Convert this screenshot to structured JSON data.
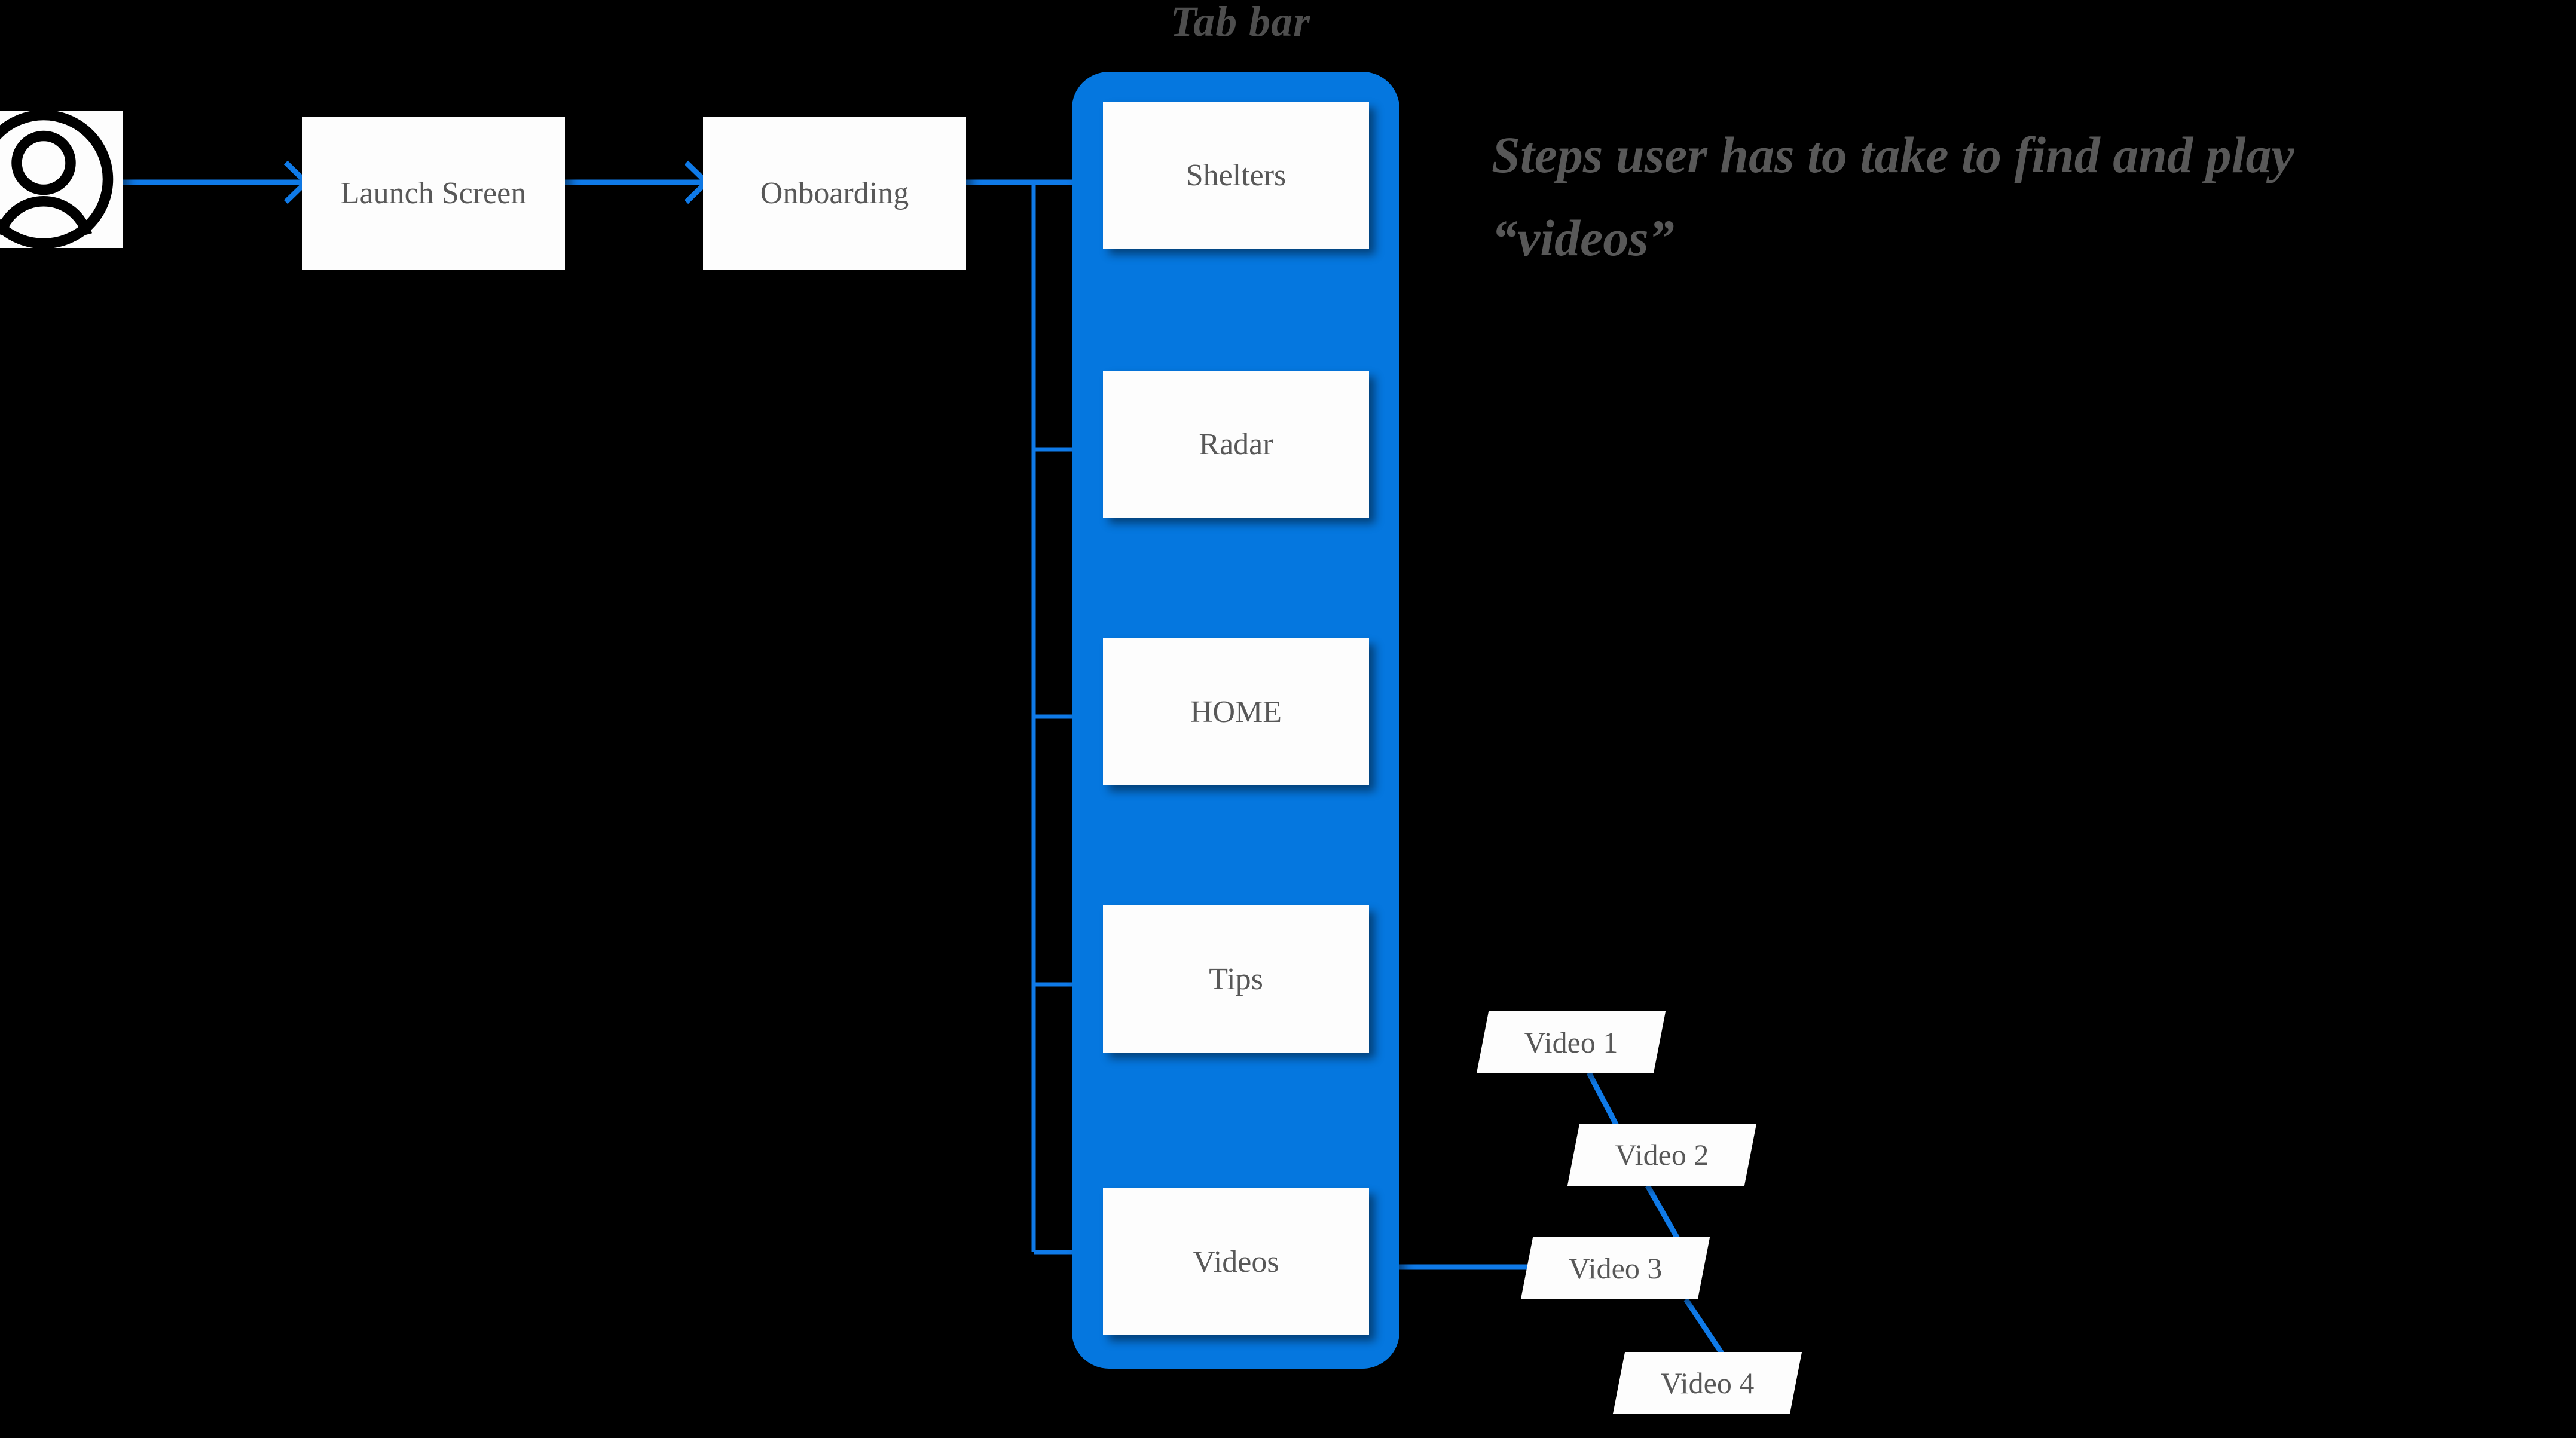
{
  "diagram": {
    "title_label": "Tab bar",
    "annotation": {
      "line1": "Steps user has to take to find and play",
      "line2": "“videos”"
    },
    "colors": {
      "background": "#000000",
      "tabbar_blue": "#0577df",
      "connector_blue": "#0f7ae8",
      "node_fill": "#fdfdfd",
      "node_text": "#585858"
    },
    "flow_nodes": [
      {
        "name": "user-avatar",
        "icon": "user-avatar-icon",
        "label": ""
      },
      {
        "name": "launch-screen",
        "label": "Launch Screen"
      },
      {
        "name": "onboarding",
        "label": "Onboarding"
      }
    ],
    "tab_items": [
      {
        "label": "Shelters"
      },
      {
        "label": "Radar"
      },
      {
        "label": "HOME"
      },
      {
        "label": "Tips"
      },
      {
        "label": "Videos"
      }
    ],
    "video_nodes": [
      {
        "label": "Video 1"
      },
      {
        "label": "Video 2"
      },
      {
        "label": "Video 3"
      },
      {
        "label": "Video 4"
      }
    ]
  }
}
